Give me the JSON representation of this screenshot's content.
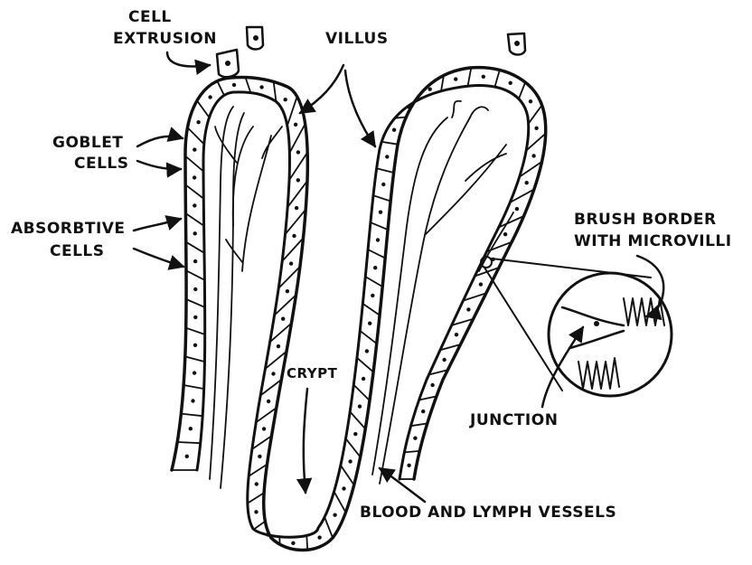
{
  "labels": {
    "cell_extrusion_line1": "CELL",
    "cell_extrusion_line2": "EXTRUSION",
    "villus": "VILLUS",
    "goblet_line1": "GOBLET",
    "goblet_line2": "CELLS",
    "absorptive_line1": "ABSORBTIVE",
    "absorptive_line2": "CELLS",
    "brush_line1": "BRUSH  BORDER",
    "brush_line2": "WITH  MICROVILLI",
    "crypt": "CRYPT",
    "junction": "JUNCTION",
    "vessels": "BLOOD  AND  LYMPH  VESSELS"
  },
  "colors": {
    "ink": "#111111",
    "background": "#ffffff"
  }
}
